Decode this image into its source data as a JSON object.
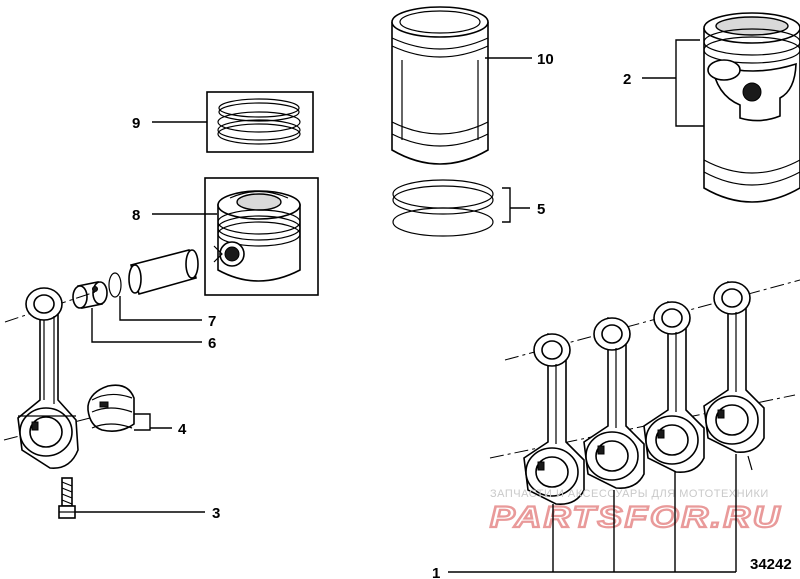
{
  "diagram": {
    "callouts": [
      {
        "id": "1",
        "label": "1"
      },
      {
        "id": "2",
        "label": "2"
      },
      {
        "id": "3",
        "label": "3"
      },
      {
        "id": "4",
        "label": "4"
      },
      {
        "id": "5",
        "label": "5"
      },
      {
        "id": "6",
        "label": "6"
      },
      {
        "id": "7",
        "label": "7"
      },
      {
        "id": "8",
        "label": "8"
      },
      {
        "id": "9",
        "label": "9"
      },
      {
        "id": "10",
        "label": "10"
      }
    ],
    "drawing_number": "34242",
    "watermark": {
      "tagline": "ЗАПЧАСТИ И АКСЕССУАРЫ ДЛЯ МОТОТЕХНИКИ",
      "logo": "PARTSFOR.RU"
    }
  }
}
